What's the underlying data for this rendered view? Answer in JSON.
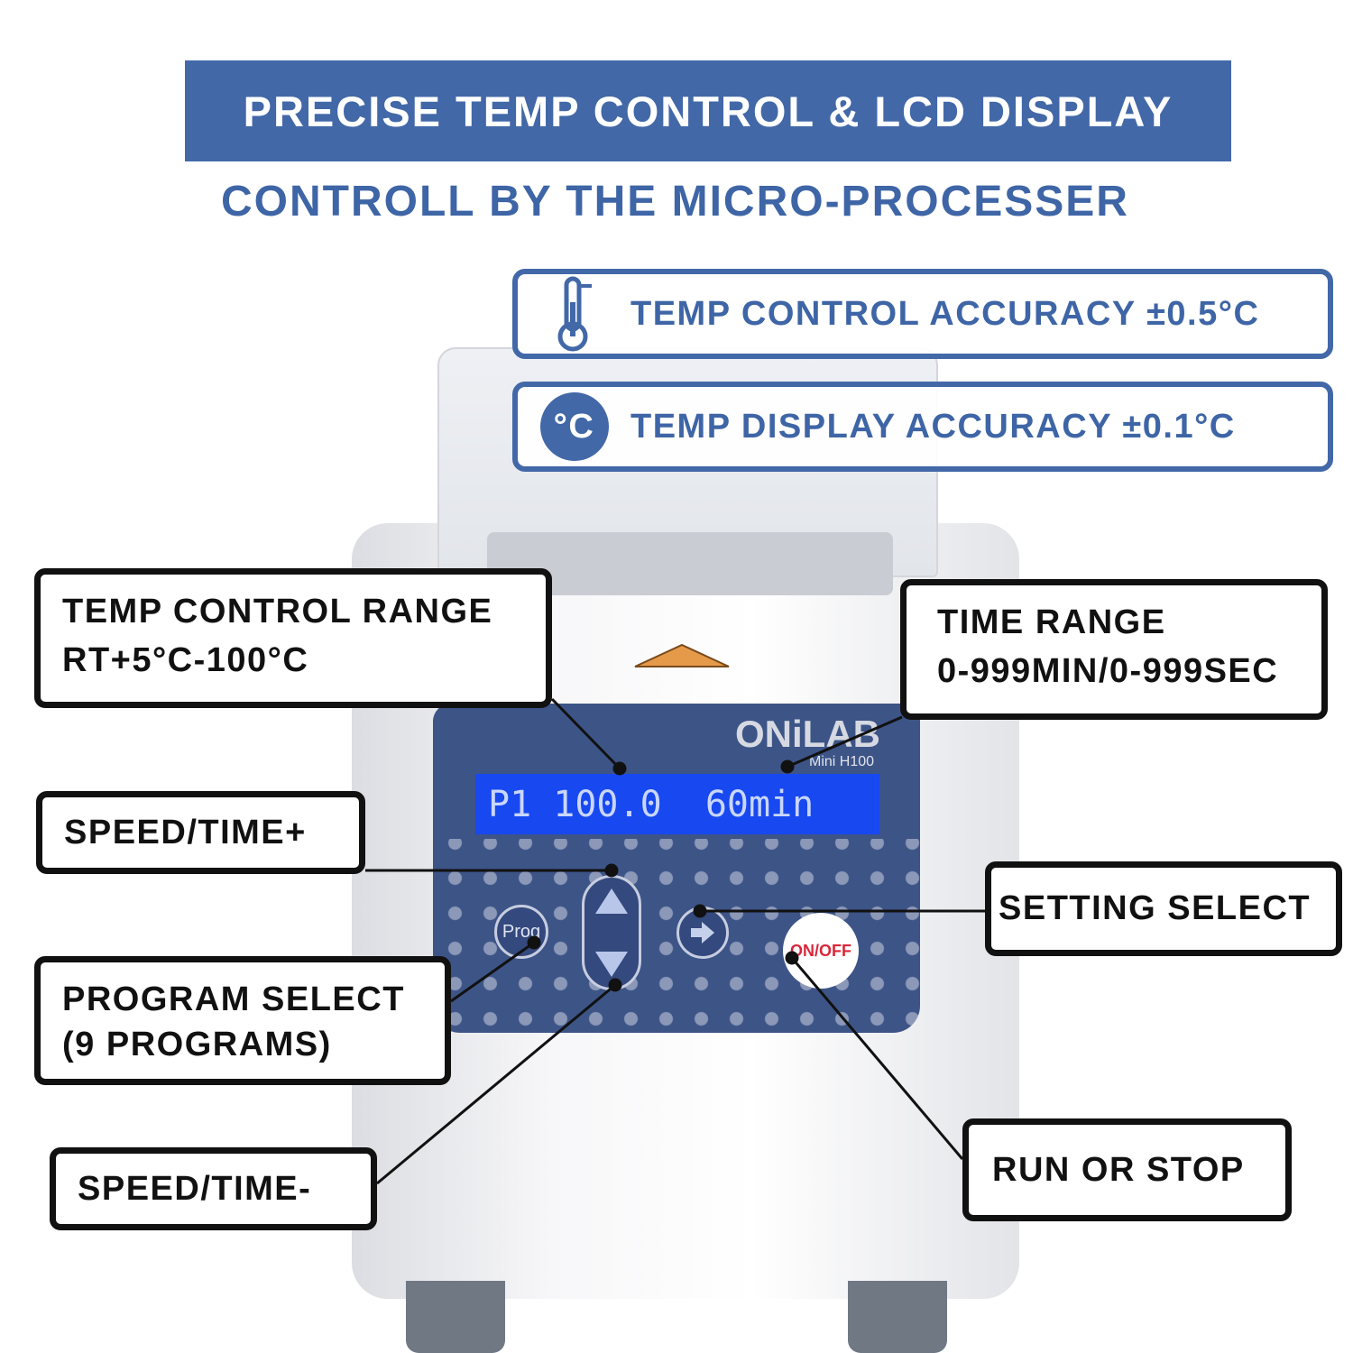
{
  "header": {
    "title": "PRECISE TEMP CONTROL & LCD DISPLAY",
    "subtitle": "CONTROLL BY THE MICRO-PROCESSER"
  },
  "features": [
    {
      "icon": "thermometer-icon",
      "text": "TEMP CONTROL ACCURACY ±0.5°C"
    },
    {
      "icon": "celsius-icon",
      "icon_text": "°C",
      "text": "TEMP DISPLAY ACCURACY  ±0.1°C"
    }
  ],
  "device": {
    "brand": "ONiLAB",
    "model": "Mini H100",
    "lcd": "P1 100.0  60min",
    "buttons": {
      "prog": "Prog",
      "onoff": "ON/OFF"
    },
    "panel_color": "#3d5487",
    "lcd_color": "#1848f0"
  },
  "callouts": {
    "temp_range": {
      "line1": "TEMP CONTROL RANGE",
      "line2": "RT+5°C-100°C"
    },
    "time_range": {
      "line1": "TIME RANGE",
      "line2": "0-999MIN/0-999SEC"
    },
    "speed_plus": "SPEED/TIME+",
    "setting": "SETTING SELECT",
    "program": {
      "line1": "PROGRAM SELECT",
      "line2": "(9 PROGRAMS)"
    },
    "speed_minus": "SPEED/TIME-",
    "run": "RUN OR STOP"
  },
  "colors": {
    "accent": "#4268a8"
  }
}
